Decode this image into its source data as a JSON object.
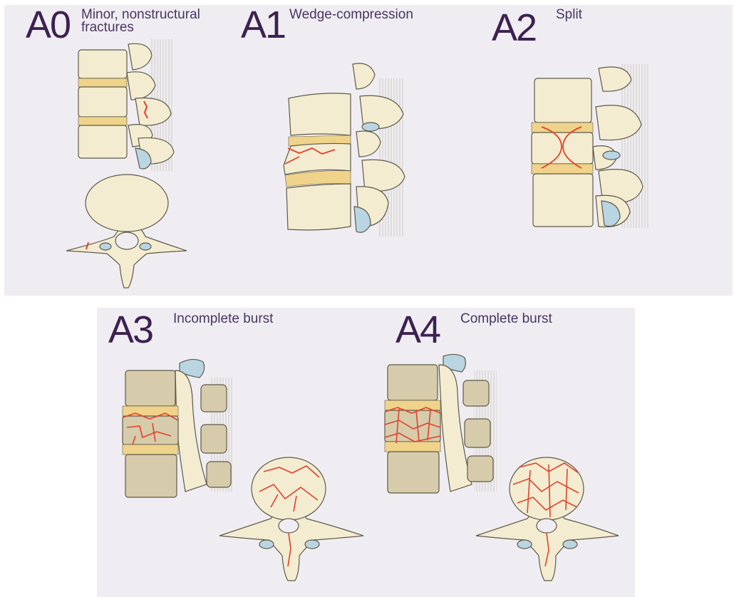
{
  "panels": [
    {
      "code": "A0",
      "label_line1": "Minor, nonstructural",
      "label_line2": "fractures"
    },
    {
      "code": "A1",
      "label": "Wedge-compression"
    },
    {
      "code": "A2",
      "label": "Split"
    },
    {
      "code": "A3",
      "label": "Incomplete burst"
    },
    {
      "code": "A4",
      "label": "Complete burst"
    }
  ],
  "colors": {
    "background": "#efedf2",
    "bone": "#f3ecd0",
    "bone_outline": "#5e5a4a",
    "dark_bone": "#d6ccab",
    "disc": "#efd38a",
    "cartilage": "#b9d5e2",
    "fracture": "#e4412b",
    "heading": "#3d2150"
  }
}
